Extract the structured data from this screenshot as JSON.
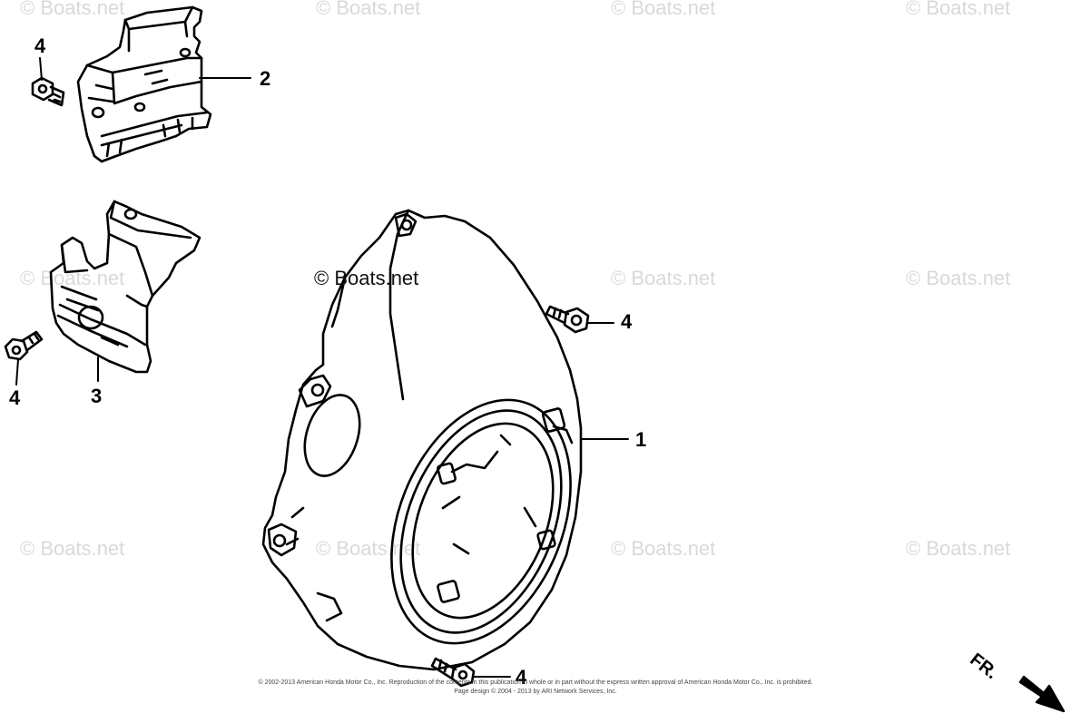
{
  "watermark": {
    "text": "© Boats.net"
  },
  "callouts": {
    "part_1": "1",
    "part_2": "2",
    "part_3": "3",
    "part_4": "4"
  },
  "copyright": {
    "line1": "© 2002-2013 American Honda Motor Co., Inc. Reproduction of the contents in this publication in whole or in part without the express written approval of American Honda Motor Co., Inc. is prohibited.",
    "line2": "Page design © 2004 - 2013 by ARI Network Services, Inc."
  },
  "direction_marker": {
    "label": "FR."
  }
}
